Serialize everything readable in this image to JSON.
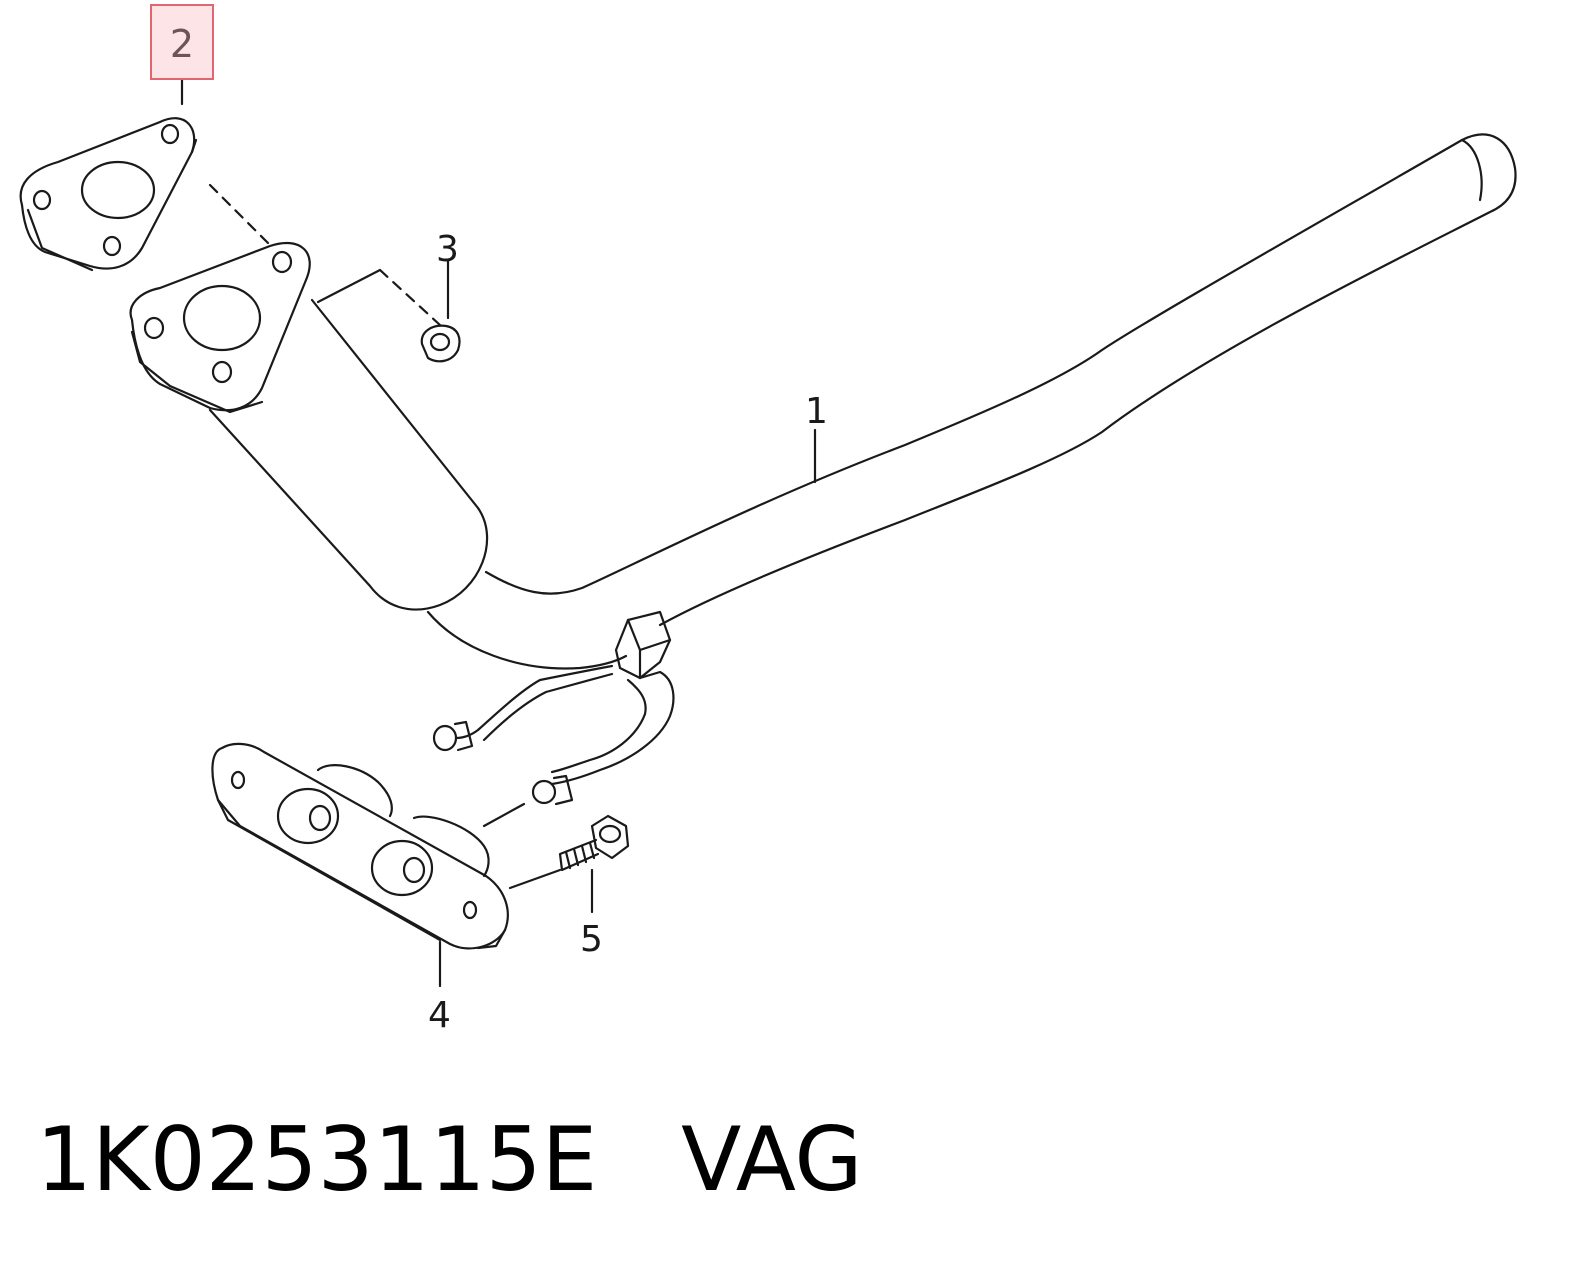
{
  "callouts": {
    "c1": "1",
    "c2": "2",
    "c3": "3",
    "c4": "4",
    "c5": "5"
  },
  "caption": {
    "part_number": "1K0253115E",
    "brand": "VAG"
  },
  "highlight_color": "#e06670"
}
